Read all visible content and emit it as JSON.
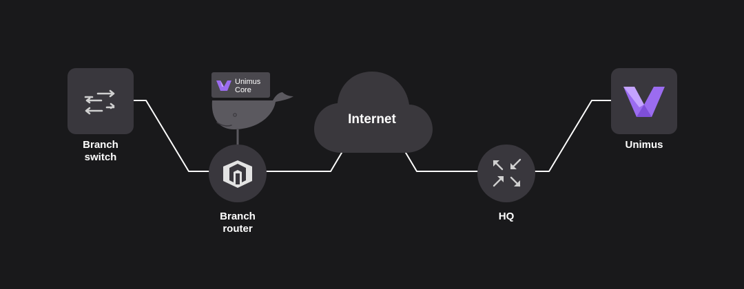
{
  "nodes": {
    "branch_switch": {
      "label": "Branch\nswitch",
      "icon": "switch-arrows-icon"
    },
    "branch_router": {
      "label": "Branch\nrouter",
      "icon": "mikrotik-logo-icon"
    },
    "internet": {
      "label": "Internet",
      "icon": "cloud-icon"
    },
    "hq": {
      "label": "HQ",
      "icon": "router-arrows-icon"
    },
    "unimus": {
      "label": "Unimus",
      "icon": "unimus-logo-icon"
    }
  },
  "container": {
    "badge_text": "Unimus\nCore",
    "icon": "docker-whale-icon"
  },
  "colors": {
    "background": "#19191b",
    "node_fill": "#39373d",
    "cloud_fill": "#3a383d",
    "badge_fill": "#4a484e",
    "whale_fill": "#5b595f",
    "link_stroke": "#ffffff",
    "icon_gray": "#d0d0d0",
    "unimus_purple": "#9b6cf0"
  }
}
